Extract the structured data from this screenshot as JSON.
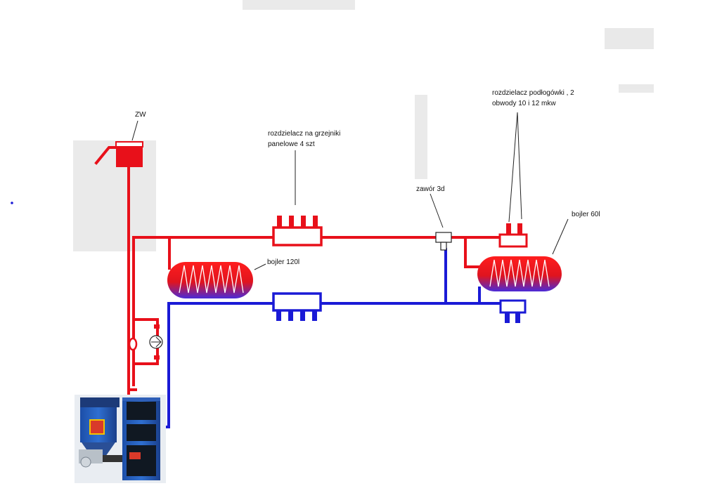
{
  "colors": {
    "supply": "#e8101a",
    "return": "#1a1ad6",
    "tank_gradient_top": "#f21a1a",
    "tank_gradient_bottom": "#3a2adb"
  },
  "labels": {
    "zw": "ZW",
    "radiator_manifold_line1": "rozdzielacz na grzejniki",
    "radiator_manifold_line2": "panelowe 4 szt",
    "floor_manifold_line1": "rozdzielacz podłogówki , 2",
    "floor_manifold_line2": "obwody 10 i 12 mkw",
    "valve_3d": "zawór 3d",
    "boiler_60": "bojler 60l",
    "boiler_120": "bojler 120l"
  },
  "icons": {
    "boiler": "solid-fuel-boiler-icon",
    "pump": "circulation-pump-icon",
    "expansion_tank": "open-expansion-tank-icon",
    "valve": "three-way-valve-icon",
    "tank": "hot-water-cylinder-icon",
    "manifold": "manifold-icon"
  }
}
